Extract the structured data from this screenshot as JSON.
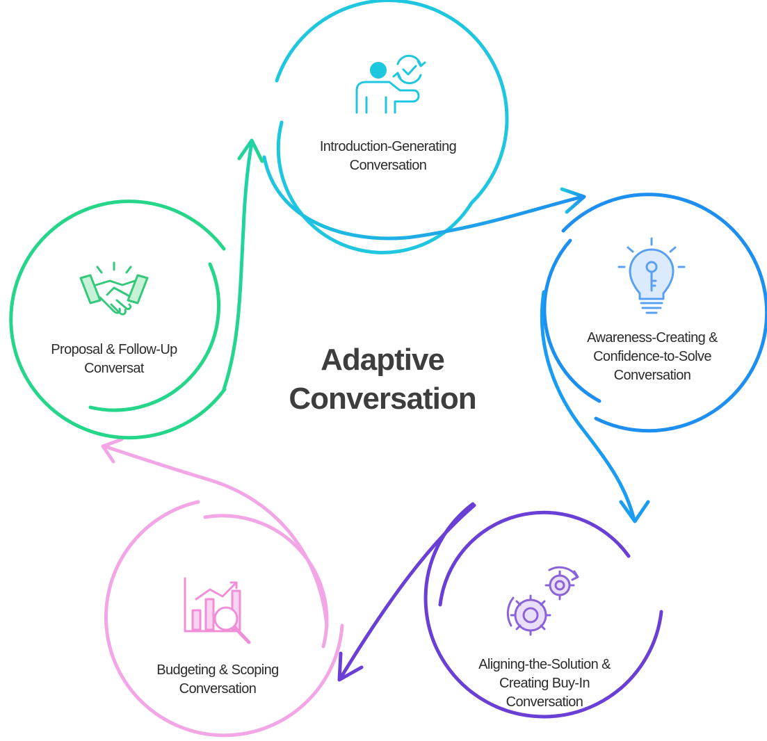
{
  "title": {
    "line1": "Adaptive",
    "line2": "Conversation"
  },
  "stages": [
    {
      "id": "intro",
      "lines": [
        "Introduction-Generating",
        "Conversation"
      ],
      "color": "#1fc6df",
      "icon": "person-check-icon"
    },
    {
      "id": "awareness",
      "lines": [
        "Awareness-Creating &",
        "Confidence-to-Solve",
        "Conversation"
      ],
      "color": "#1d8ff0",
      "icon": "lightbulb-key-icon"
    },
    {
      "id": "aligning",
      "lines": [
        "Aligning-the-Solution &",
        "Creating Buy-In",
        "Conversation"
      ],
      "color": "#6a3fd6",
      "icon": "gears-icon"
    },
    {
      "id": "budgeting",
      "lines": [
        "Budgeting & Scoping",
        "Conversation"
      ],
      "color": "#f2a6e6",
      "icon": "chart-magnifier-icon"
    },
    {
      "id": "proposal",
      "lines": [
        "Proposal & Follow-Up",
        "Conversat"
      ],
      "color": "#25d68a",
      "icon": "handshake-icon"
    }
  ]
}
